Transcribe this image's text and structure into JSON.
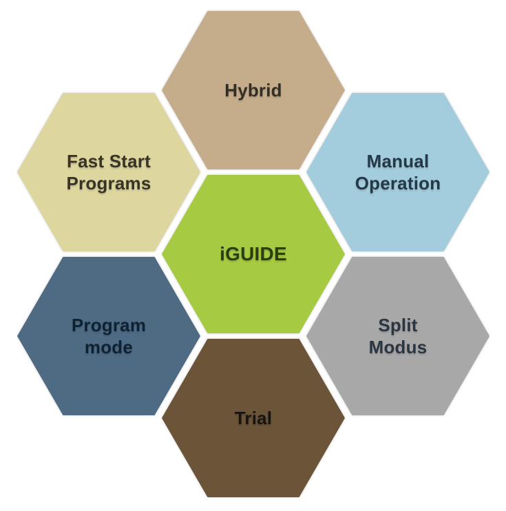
{
  "diagram": {
    "type": "hexagon-honeycomb",
    "background_color": "#ffffff"
  },
  "hexagons": [
    {
      "id": "hybrid",
      "label": "Hybrid",
      "fill": "#c5ad8c",
      "text_color": "#332e24"
    },
    {
      "id": "fast-start-programs",
      "label": "Fast Start\nPrograms",
      "fill": "#ddd69e",
      "text_color": "#393327"
    },
    {
      "id": "manual-operation",
      "label": "Manual\nOperation",
      "fill": "#a3cddc",
      "text_color": "#233848"
    },
    {
      "id": "iguide",
      "label": "iGUIDE",
      "fill": "#a6ca41",
      "text_color": "#2c3d12"
    },
    {
      "id": "program-mode",
      "label": "Program\nmode",
      "fill": "#4f6b84",
      "text_color": "#0e2231"
    },
    {
      "id": "split-modus",
      "label": "Split\nModus",
      "fill": "#a8a8a8",
      "text_color": "#2b3642"
    },
    {
      "id": "trial",
      "label": "Trial",
      "fill": "#6b5438",
      "text_color": "#171412"
    }
  ]
}
